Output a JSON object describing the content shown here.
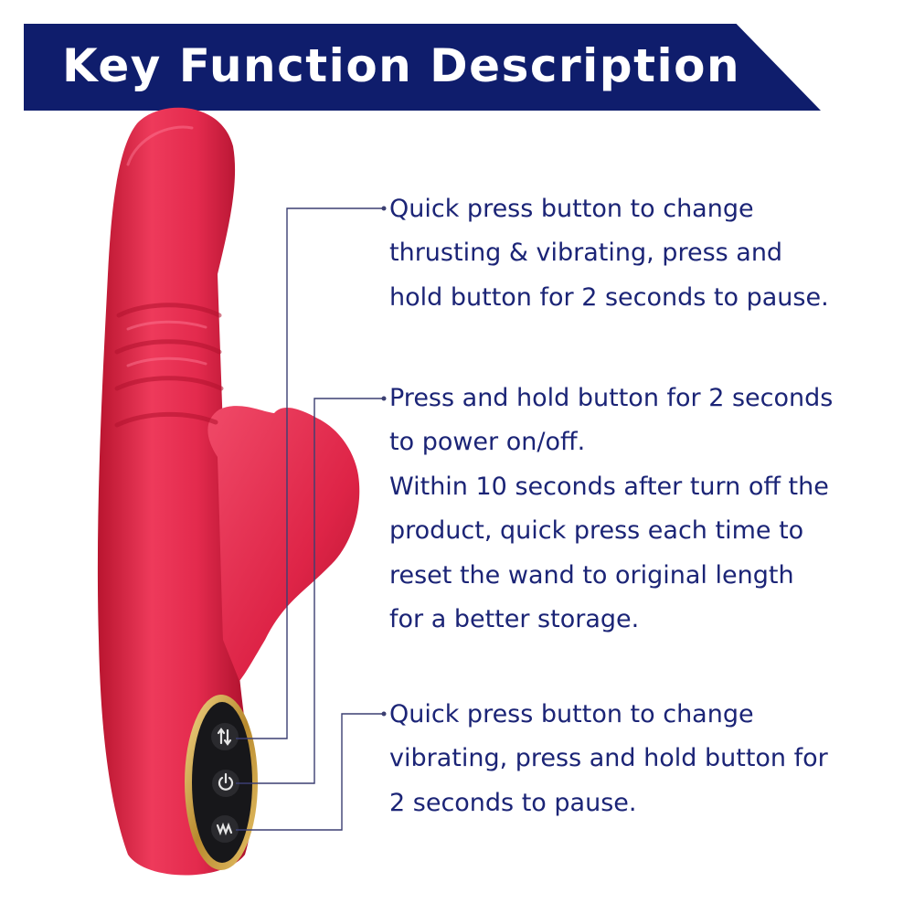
{
  "header": {
    "title": "Key Function Description"
  },
  "colors": {
    "banner": "#0f1d6c",
    "text": "#1b2476",
    "product_body": "#e32a4d",
    "control_panel": "#17171a",
    "panel_trim": "#c9a24a",
    "leader_line": "#3b3f72"
  },
  "buttons": [
    {
      "icon": "thrust-mode-icon",
      "lines": [
        "Quick press button to change",
        "thrusting & vibrating, press and",
        "hold button for 2 seconds to pause."
      ]
    },
    {
      "icon": "power-icon",
      "lines": [
        "Press and hold button for 2 seconds",
        "to power on/off.",
        "Within 10 seconds after turn off the",
        "product, quick press each time to",
        "reset the wand to original length",
        "for a better storage."
      ]
    },
    {
      "icon": "vibration-mode-icon",
      "lines": [
        "Quick press button to change",
        "vibrating, press and hold button for",
        "2 seconds to pause."
      ]
    }
  ]
}
